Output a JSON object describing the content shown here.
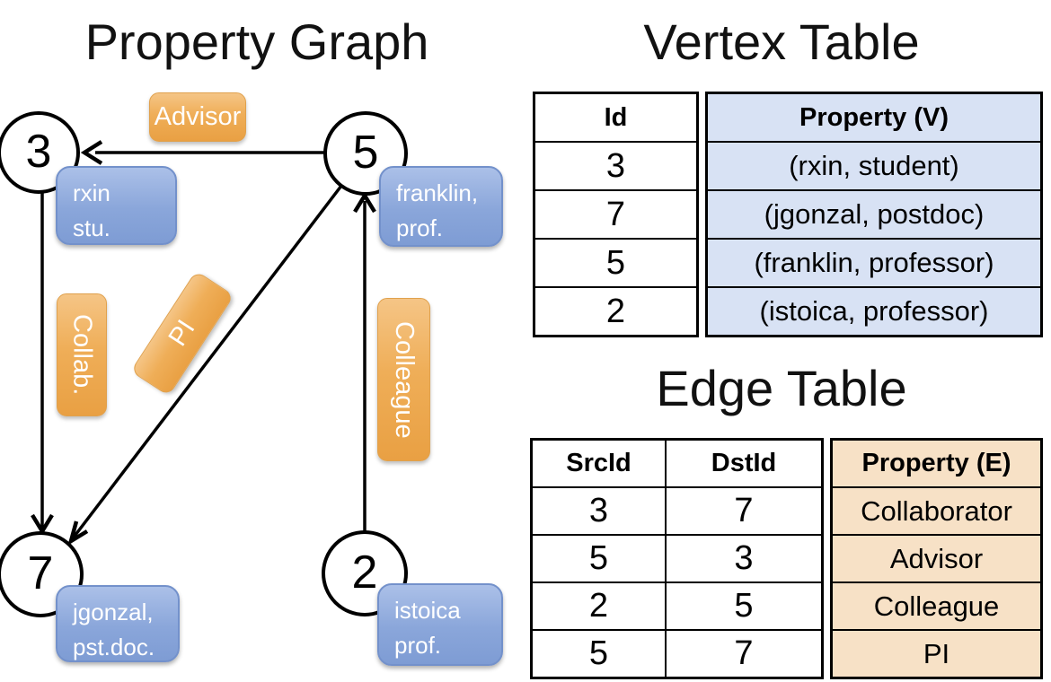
{
  "graph": {
    "title": "Property Graph",
    "nodes": [
      {
        "id": "3"
      },
      {
        "id": "5"
      },
      {
        "id": "7"
      },
      {
        "id": "2"
      }
    ],
    "edge_labels": [
      {
        "label": "Advisor"
      },
      {
        "label": "Collab."
      },
      {
        "label": "PI"
      },
      {
        "label": "Colleague"
      }
    ],
    "vertex_properties": [
      {
        "line1": "rxin",
        "line2": "stu."
      },
      {
        "line1": "franklin,",
        "line2": "prof."
      },
      {
        "line1": "jgonzal,",
        "line2": "pst.doc."
      },
      {
        "line1": "istoica",
        "line2": "prof."
      }
    ]
  },
  "vertex_table": {
    "title": "Vertex Table",
    "columns": {
      "id": "Id",
      "property": "Property (V)"
    },
    "rows": [
      {
        "id": "3",
        "property": "(rxin, student)"
      },
      {
        "id": "7",
        "property": "(jgonzal, postdoc)"
      },
      {
        "id": "5",
        "property": "(franklin, professor)"
      },
      {
        "id": "2",
        "property": "(istoica, professor)"
      }
    ]
  },
  "edge_table": {
    "title": "Edge Table",
    "columns": {
      "src": "SrcId",
      "dst": "DstId",
      "property": "Property (E)"
    },
    "rows": [
      {
        "src": "3",
        "dst": "7",
        "property": "Collaborator"
      },
      {
        "src": "5",
        "dst": "3",
        "property": "Advisor"
      },
      {
        "src": "2",
        "dst": "5",
        "property": "Colleague"
      },
      {
        "src": "5",
        "dst": "7",
        "property": "PI"
      }
    ]
  },
  "colors": {
    "edge_label_fill": "#efae58",
    "vertex_box_fill": "#8aa6da",
    "vertex_table_cell_fill": "#d8e2f4",
    "edge_table_cell_fill": "#f7e1c6",
    "line_color": "#000000"
  }
}
